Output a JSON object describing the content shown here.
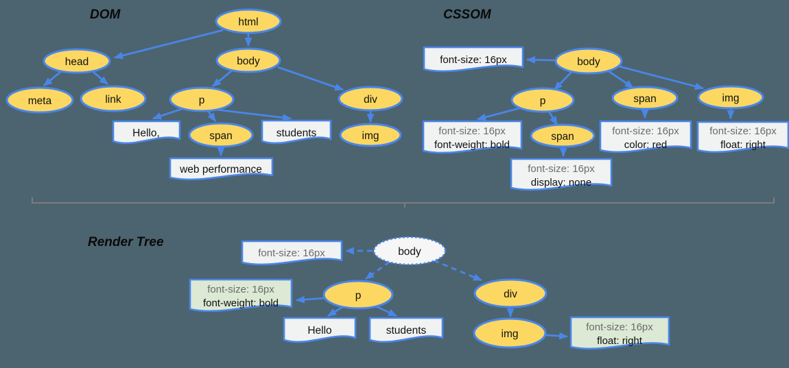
{
  "titles": {
    "dom": "DOM",
    "cssom": "CSSOM",
    "render": "Render Tree"
  },
  "colors": {
    "background": "#4C6470",
    "node_fill": "#FCD862",
    "node_stroke": "#4A86E8",
    "arrow": "#4A86E8",
    "box_fill": "#F1F2F2",
    "green_box_fill": "#DCE9D4",
    "render_root_fill": "#F6F6F6",
    "inherited_rule_text": "#6B6B6B",
    "text": "#111111",
    "divider": "#7D7D7D"
  },
  "dom": {
    "nodes": {
      "html": "html",
      "head": "head",
      "body": "body",
      "meta": "meta",
      "link": "link",
      "p": "p",
      "div": "div",
      "span": "span",
      "img": "img"
    },
    "text_nodes": {
      "hello": "Hello,",
      "students": "students",
      "web_performance": "web performance"
    }
  },
  "cssom": {
    "nodes": {
      "body": "body",
      "p": "p",
      "span": "span",
      "img": "img",
      "span_child": "span"
    },
    "rules": {
      "body": {
        "line1": "font-size: 16px"
      },
      "p": {
        "line1": "font-size: 16px",
        "line2": "font-weight: bold"
      },
      "span": {
        "line1": "font-size: 16px",
        "line2": "color: red"
      },
      "img": {
        "line1": "font-size: 16px",
        "line2": "float: right"
      },
      "span_child": {
        "line1": "font-size: 16px",
        "line2": "display: none"
      }
    }
  },
  "render": {
    "nodes": {
      "body": "body",
      "p": "p",
      "div": "div",
      "img": "img"
    },
    "rules": {
      "body": {
        "line1": "font-size: 16px"
      },
      "p": {
        "line1": "font-size: 16px",
        "line2": "font-weight: bold"
      },
      "img": {
        "line1": "font-size: 16px",
        "line2": "float: right"
      }
    },
    "text_nodes": {
      "hello": "Hello",
      "students": "students"
    }
  }
}
